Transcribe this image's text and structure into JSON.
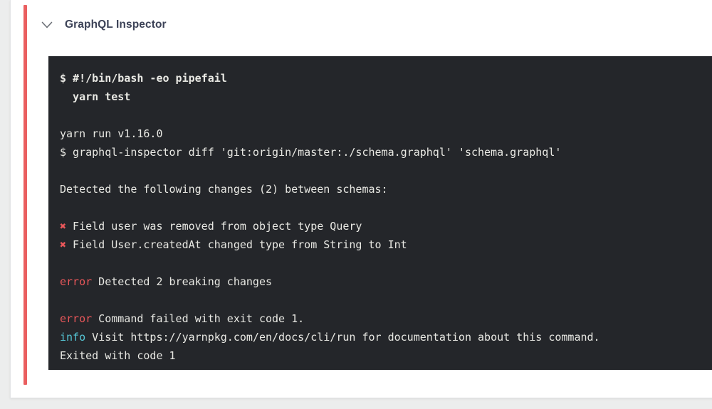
{
  "page": {
    "background_color": "#eceded",
    "card_background": "#ffffff"
  },
  "status_rail": {
    "name": "failed-status-rail",
    "color": "#ea5f60"
  },
  "header": {
    "icon": "chevron-down-icon",
    "title": "GraphQL Inspector"
  },
  "terminal": {
    "background_color": "#24262a",
    "text_color": "#e8e8e3",
    "error_color": "#e9575a",
    "info_color": "#56c7d6",
    "lines": [
      {
        "id": "l01",
        "bold": true,
        "text": "$ #!/bin/bash -eo pipefail"
      },
      {
        "id": "l02",
        "bold": true,
        "text": "  yarn test"
      },
      {
        "id": "l03",
        "blank": true,
        "text": ""
      },
      {
        "id": "l04",
        "text": "yarn run v1.16.0"
      },
      {
        "id": "l05",
        "text": "$ graphql-inspector diff 'git:origin/master:./schema.graphql' 'schema.graphql'"
      },
      {
        "id": "l06",
        "blank": true,
        "text": ""
      },
      {
        "id": "l07",
        "text": "Detected the following changes (2) between schemas:"
      },
      {
        "id": "l08",
        "blank": true,
        "text": ""
      },
      {
        "id": "l09",
        "mark": "✖",
        "text": " Field user was removed from object type Query"
      },
      {
        "id": "l10",
        "mark": "✖",
        "text": " Field User.createdAt changed type from String to Int"
      },
      {
        "id": "l11",
        "blank": true,
        "text": ""
      },
      {
        "id": "l12",
        "label": "error",
        "label_kind": "error",
        "text": " Detected 2 breaking changes"
      },
      {
        "id": "l13",
        "blank": true,
        "text": ""
      },
      {
        "id": "l14",
        "label": "error",
        "label_kind": "error",
        "text": " Command failed with exit code 1."
      },
      {
        "id": "l15",
        "label": "info",
        "label_kind": "info",
        "text": " Visit https://yarnpkg.com/en/docs/cli/run for documentation about this command."
      },
      {
        "id": "l16",
        "text": "Exited with code 1"
      }
    ]
  }
}
